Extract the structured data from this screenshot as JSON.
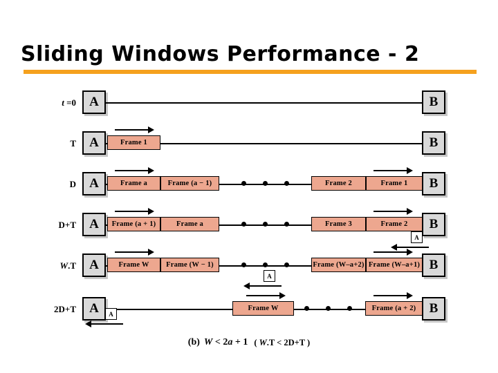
{
  "slide": {
    "title": "Sliding Windows Performance - 2",
    "accent_color": "#F5A11E",
    "frame_color": "#EDA78F",
    "station_color": "#D9D9D9"
  },
  "diagram": {
    "sender_label": "A",
    "receiver_label": "B",
    "ack_label": "A",
    "rows": [
      {
        "time_label": "t = 0",
        "time_label_italic_part": "t",
        "frames": [],
        "dots": 0,
        "ack": null
      },
      {
        "time_label": "T",
        "frames": [
          "Frame 1"
        ],
        "dots": 0,
        "ack": null
      },
      {
        "time_label": "D",
        "frames": [
          "Frame a",
          "Frame (a − 1)",
          "Frame 2",
          "Frame 1"
        ],
        "dots": 3,
        "ack": null
      },
      {
        "time_label": "D+T",
        "frames": [
          "Frame (a + 1)",
          "Frame a",
          "Frame 3",
          "Frame 2"
        ],
        "dots": 3,
        "ack": "A"
      },
      {
        "time_label": "W.T",
        "frames": [
          "Frame W",
          "Frame (W − 1)",
          "Frame (W–a+2)",
          "Frame (W–a+1)"
        ],
        "dots": 3,
        "ack": "A"
      },
      {
        "time_label": "2D+T",
        "frames": [
          "Frame W",
          "Frame (a + 2)"
        ],
        "dots": 3,
        "ack": "A"
      }
    ]
  },
  "caption": {
    "part_label": "(b)",
    "condition": "W < 2a + 1",
    "equivalent": "( W.T < 2D+T )"
  }
}
